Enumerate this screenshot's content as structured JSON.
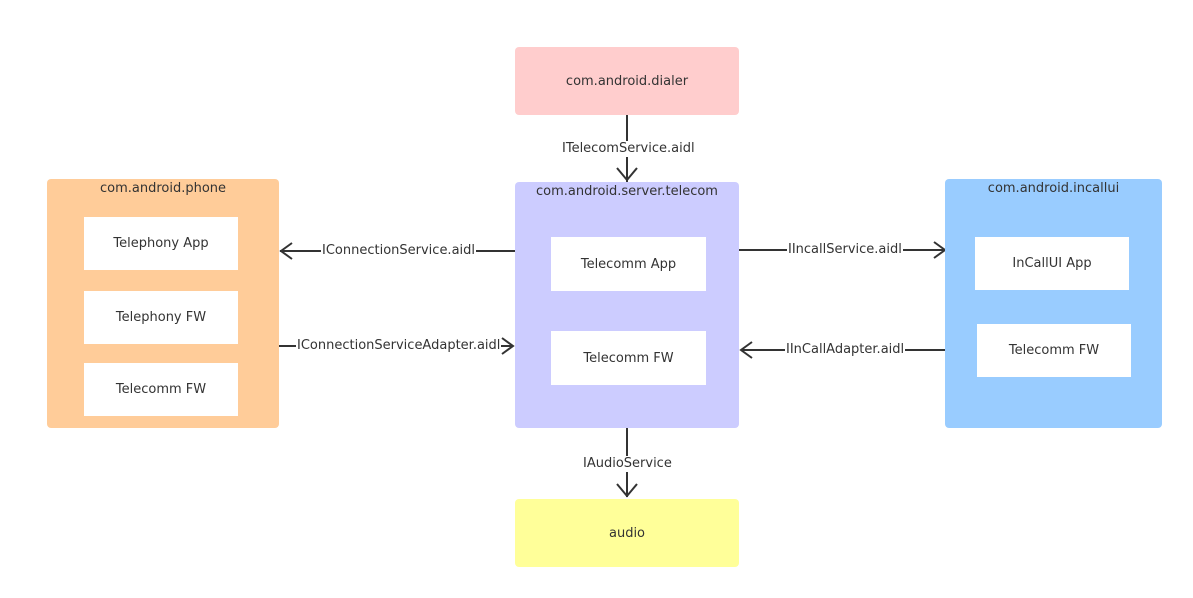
{
  "colors": {
    "dialer": "#ffcdcd",
    "phone": "#ffcc99",
    "telecom": "#ccccff",
    "incallui": "#99ccff",
    "audio": "#ffff99",
    "edge": "#333333"
  },
  "nodes": {
    "dialer": {
      "label": "com.android.dialer"
    },
    "audio": {
      "label": "audio"
    },
    "phone": {
      "title": "com.android.phone",
      "items": [
        "Telephony App",
        "Telephony FW",
        "Telecomm FW"
      ]
    },
    "telecom": {
      "title": "com.android.server.telecom",
      "items": [
        "Telecomm App",
        "Telecomm FW"
      ]
    },
    "incallui": {
      "title": "com.android.incallui",
      "items": [
        "InCallUI App",
        "Telecomm FW"
      ]
    }
  },
  "edges": {
    "telecom_service": "ITelecomService.aidl",
    "connection_service": "IConnectionService.aidl",
    "connection_service_adapter": "IConnectionServiceAdapter.aidl",
    "incall_service": "IIncallService.aidl",
    "incall_adapter": "IInCallAdapter.aidl",
    "audio_service": "IAudioService"
  }
}
